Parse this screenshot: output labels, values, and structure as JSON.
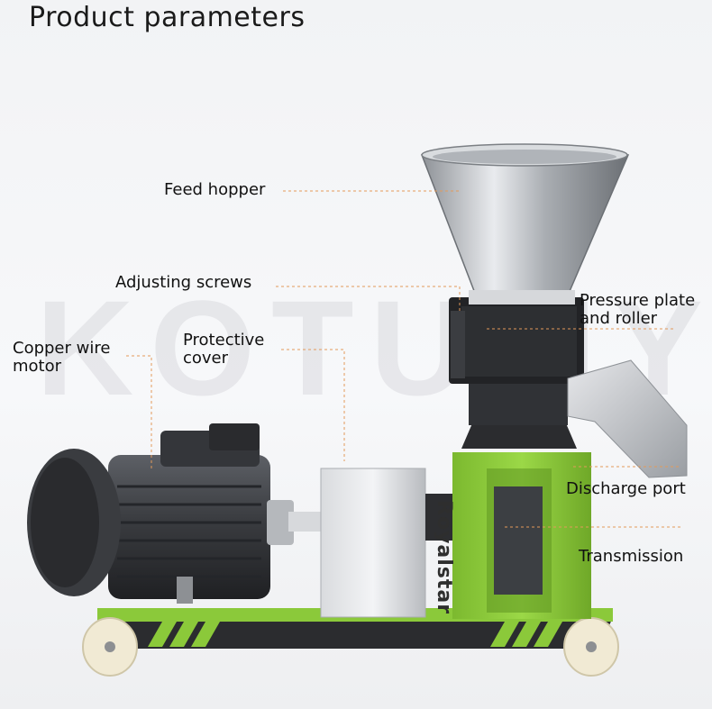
{
  "title": "Product parameters",
  "labels": {
    "feed_hopper": "Feed hopper",
    "adjusting_screws": "Adjusting screws",
    "copper_motor_line1": "Copper wire",
    "copper_motor_line2": "motor",
    "protective_line1": "Protective",
    "protective_line2": "cover",
    "pressure_line1": "Pressure plate",
    "pressure_line2": "and roller",
    "discharge_port": "Discharge port",
    "transmission": "Transmission"
  },
  "brand": "Royalstar",
  "watermark": "KOTUMYI",
  "colors": {
    "accent_green": "#8bc93a",
    "leader_line": "#e39a5a",
    "steel": "#c9ccd0",
    "dark": "#2a2b2e"
  }
}
